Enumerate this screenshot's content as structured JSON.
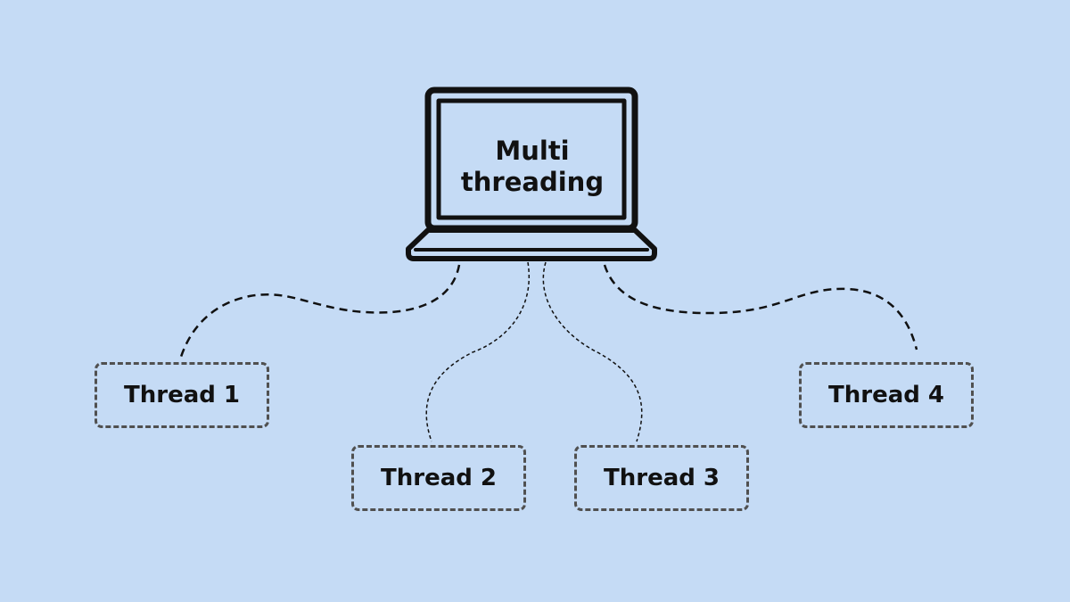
{
  "title_line1": "Multi",
  "title_line2": "threading",
  "threads": [
    {
      "label": "Thread 1"
    },
    {
      "label": "Thread 2"
    },
    {
      "label": "Thread 3"
    },
    {
      "label": "Thread 4"
    }
  ],
  "colors": {
    "background": "#c5dbf5",
    "stroke": "#111111",
    "box_border": "#505050"
  },
  "icons": [
    "laptop-icon"
  ]
}
